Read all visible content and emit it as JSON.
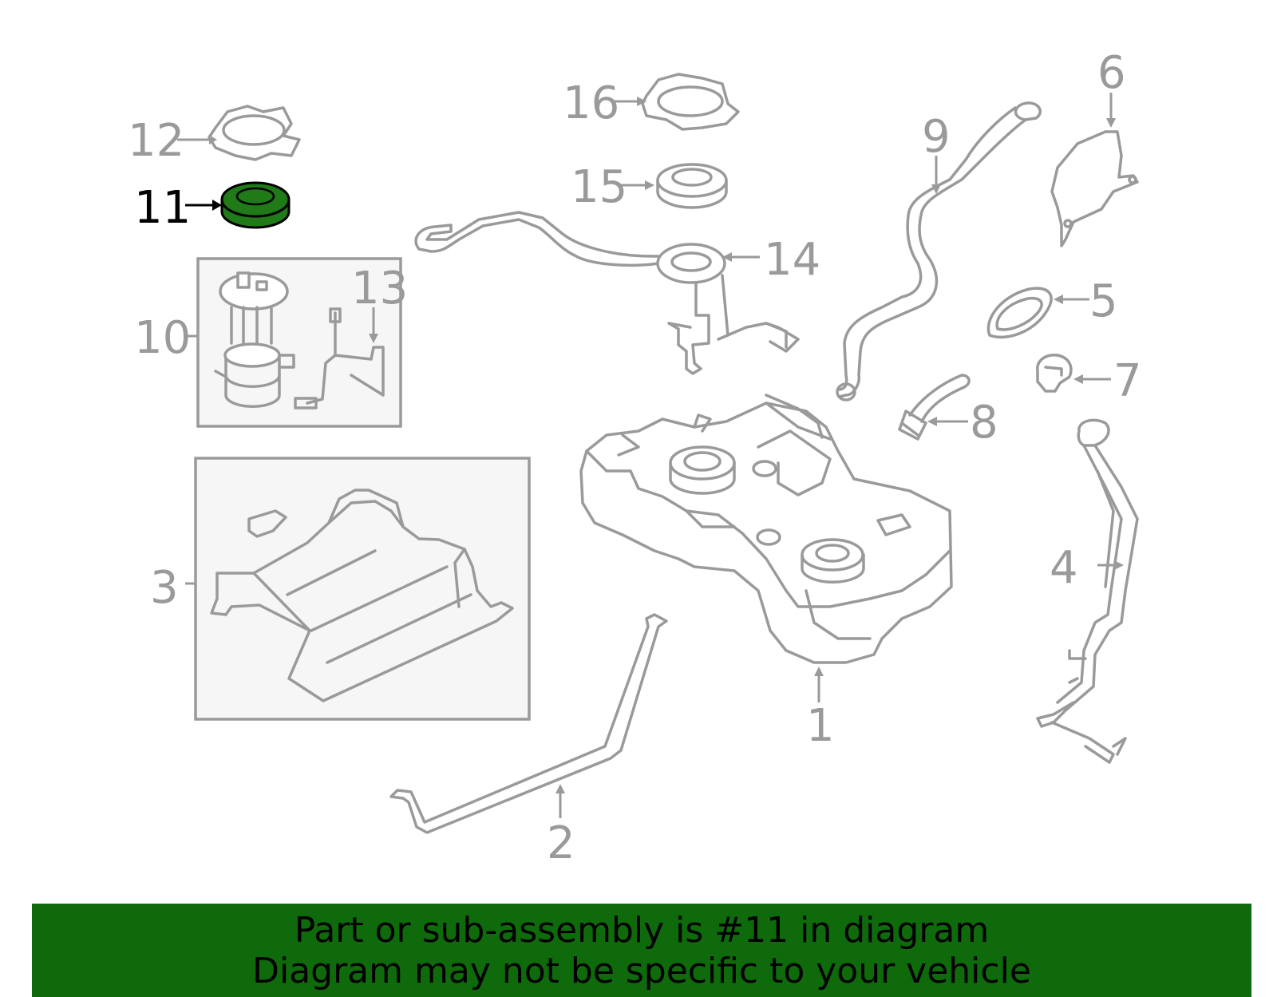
{
  "callouts": {
    "c1": "1",
    "c2": "2",
    "c3": "3",
    "c4": "4",
    "c5": "5",
    "c6": "6",
    "c7": "7",
    "c8": "8",
    "c9": "9",
    "c10": "10",
    "c11": "11",
    "c12": "12",
    "c13": "13",
    "c14": "14",
    "c15": "15",
    "c16": "16"
  },
  "highlight": {
    "part": "11",
    "color": "#1f7a17"
  },
  "colors": {
    "line": "#9a9a9a",
    "banner": "#0f6a0c"
  },
  "banner": {
    "line1": "Part or sub-assembly is #11 in diagram",
    "line2": "Diagram may not be specific to your vehicle"
  }
}
